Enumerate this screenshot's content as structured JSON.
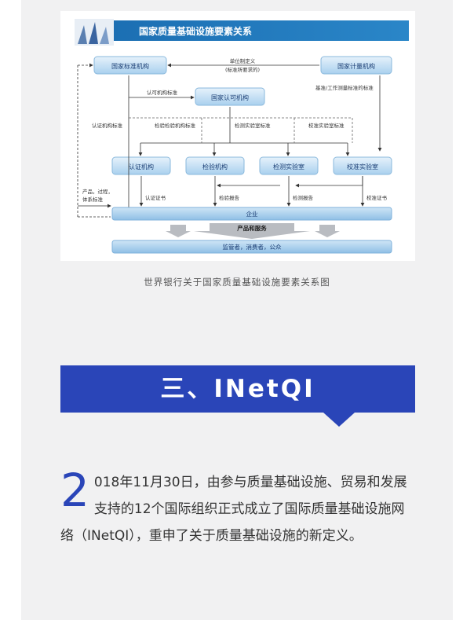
{
  "diagram": {
    "title": "国家质量基础设施要素关系",
    "boxes": {
      "standards_body": "国家标准机构",
      "metrology_body": "国家计量机构",
      "accreditation_body": "国家认可机构",
      "certification_body": "认证机构",
      "inspection_body": "检验机构",
      "testing_lab": "检测实验室",
      "calibration_lab": "校准实验室",
      "enterprise": "企业",
      "products_services": "产品和服务",
      "public": "监管者，消费者，公众"
    },
    "labels": {
      "si_definition": "单位制定义",
      "traceability": "(标准所要求的)",
      "reference_standards": "基准/工作测量标准的标准",
      "accreditation_standards": "认可机构标准",
      "cert_standards": "认证机构标准",
      "inspection_standards": "检验检验机构标准",
      "testing_standards": "检测实验室标准",
      "calibration_standards": "校准实验室标准",
      "product_standards": "产品，过程，",
      "system_standards": "体系标准",
      "cert_certificate": "认证证书",
      "inspection_report": "检验报告",
      "test_report": "检测报告",
      "calibration_certificate": "校准证书"
    }
  },
  "caption": "世界银行关于国家质量基础设施要素关系图",
  "section_heading": "三、INetQI",
  "paragraph": {
    "dropcap": "2",
    "text": "018年11月30日，由参与质量基础设施、贸易和发展支持的12个国际组织正式成立了国际质量基础设施网络（INetQI），重申了关于质量基础设施的新定义。"
  }
}
